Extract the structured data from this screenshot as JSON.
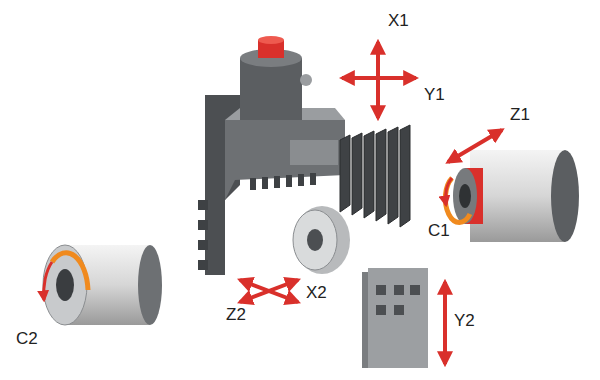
{
  "diagram": {
    "labels": [
      "X1",
      "Y1",
      "Z1",
      "C1",
      "Z2",
      "X2",
      "Y2",
      "C2"
    ]
  }
}
